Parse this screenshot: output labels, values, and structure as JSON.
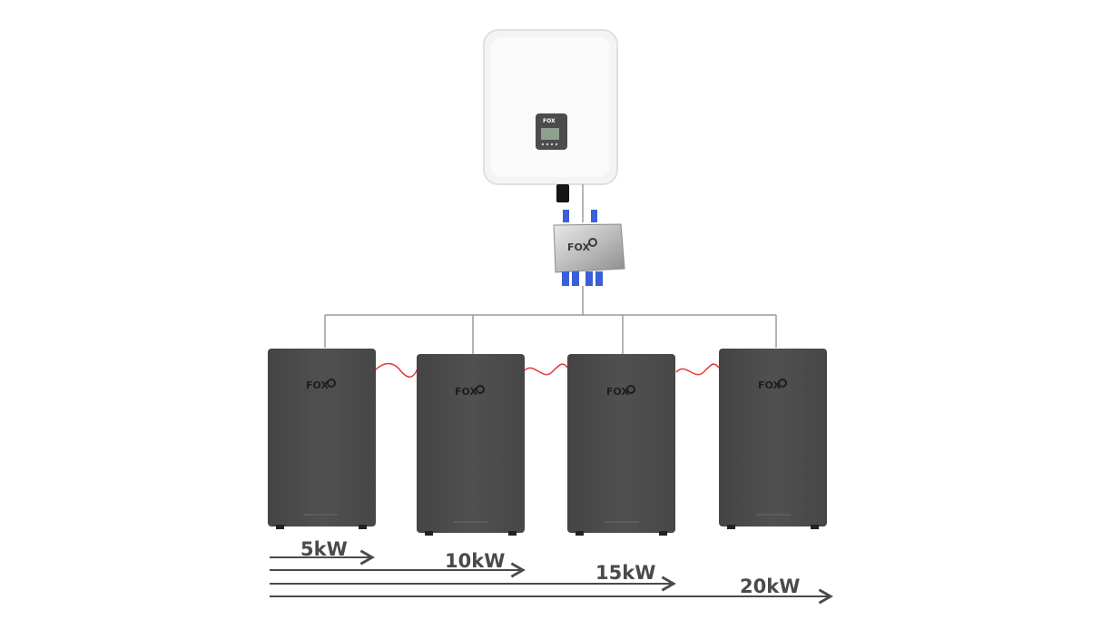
{
  "brand": {
    "logo": "FOX"
  },
  "colors": {
    "inverter_body": "#f3f3f3",
    "inverter_edge": "#e2e2e2",
    "battery_body": "#4b4b4b",
    "wire": "#9a9a9a",
    "link_cable": "#e03a3a",
    "connector": "#3a5fd9",
    "arrow": "#4a4a4a"
  },
  "capacity_labels": [
    "5kW",
    "10kW",
    "15kW",
    "20kW"
  ]
}
